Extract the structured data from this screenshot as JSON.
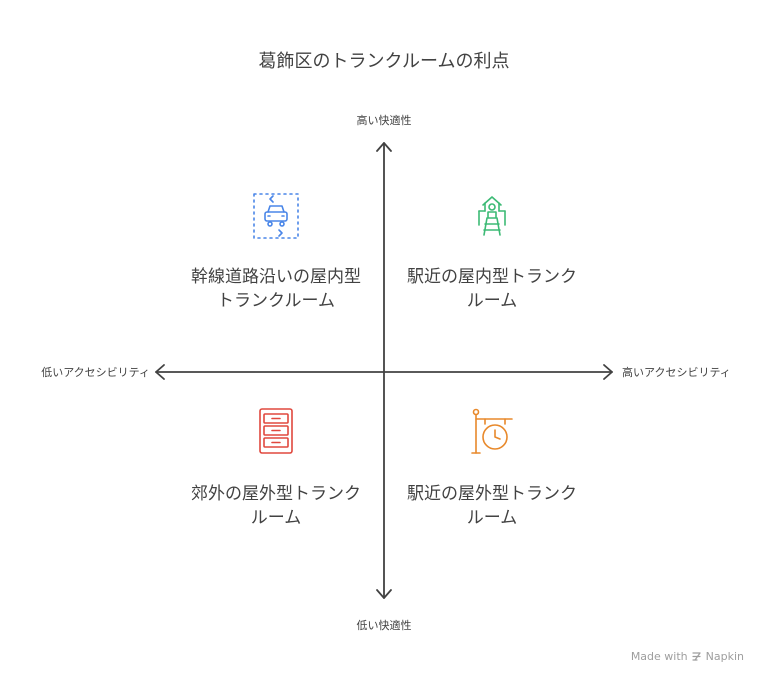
{
  "title": "葛飾区のトランクルームの利点",
  "axes": {
    "top": "高い快適性",
    "bottom": "低い快適性",
    "left": "低いアクセシビリティ",
    "right": "高いアクセシビリティ"
  },
  "quadrants": {
    "top_left": {
      "text": "幹線道路沿いの屋内型トランクルーム",
      "icon": "car-icon",
      "color": "#4a86e8"
    },
    "top_right": {
      "text": "駅近の屋内型トランクルーム",
      "icon": "station-icon",
      "color": "#3cba75"
    },
    "bottom_left": {
      "text": "郊外の屋外型トランクルーム",
      "icon": "cabinet-icon",
      "color": "#e0483e"
    },
    "bottom_right": {
      "text": "駅近の屋外型トランクルーム",
      "icon": "station-clock-icon",
      "color": "#e8892b"
    }
  },
  "credit": {
    "made_with": "Made with",
    "brand": "Napkin"
  }
}
